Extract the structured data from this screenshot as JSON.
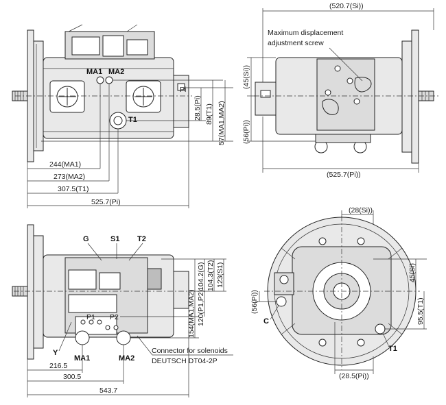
{
  "top_left_view": {
    "ports": {
      "ma1": "MA1",
      "ma2": "MA2",
      "t1": "T1",
      "pi": "Pi"
    },
    "dims": {
      "ma1_horizontal": "244(MA1)",
      "ma2_horizontal": "273(MA2)",
      "t1_horizontal": "307.5(T1)",
      "pi_horizontal": "525.7(Pi)",
      "pi_vertical": "28.5(Pi)",
      "t1_vertical": "89(T1)",
      "ma_vertical": "57(MA1,MA2)"
    }
  },
  "top_right_view": {
    "callout": {
      "line1": "Maximum displacement",
      "line2": "adjustment screw"
    },
    "dims": {
      "si_top": "(520.7(Si))",
      "si_vertical": "(45(Si))",
      "pi_vertical": "(56(Pi))",
      "pi_bottom": "(525.7(Pi))"
    }
  },
  "bottom_left_view": {
    "ports": {
      "g": "G",
      "s1": "S1",
      "t2": "T2",
      "p1": "P1",
      "p2": "P2",
      "y": "Y",
      "ma1": "MA1",
      "ma2": "MA2"
    },
    "callout": {
      "line1": "Connector for solenoids",
      "line2": "DEUTSCH DT04-2P"
    },
    "dims": {
      "ma1_horizontal": "216.5",
      "ma2_horizontal": "300.5",
      "total_horizontal": "543.7",
      "p_vertical": "120(P1,P2)",
      "ma_vertical": "154(MA1,MA2)",
      "g_vertical": "104.2(G)",
      "t2_vertical": "104.3(T2)",
      "s1_vertical": "123(S1)"
    }
  },
  "bottom_right_view": {
    "ports": {
      "c": "C",
      "t1": "T1"
    },
    "dims": {
      "si_top": "(28(Si))",
      "si_vertical": "45(Si)",
      "pi_vertical": "(56(Pi))",
      "t1_vertical": "95.5(T1)",
      "pi_bottom": "(28.5(Pi))"
    }
  },
  "colors": {
    "line": "#222222",
    "fill": "#e9e9e9",
    "text": "#1a1a1a"
  }
}
